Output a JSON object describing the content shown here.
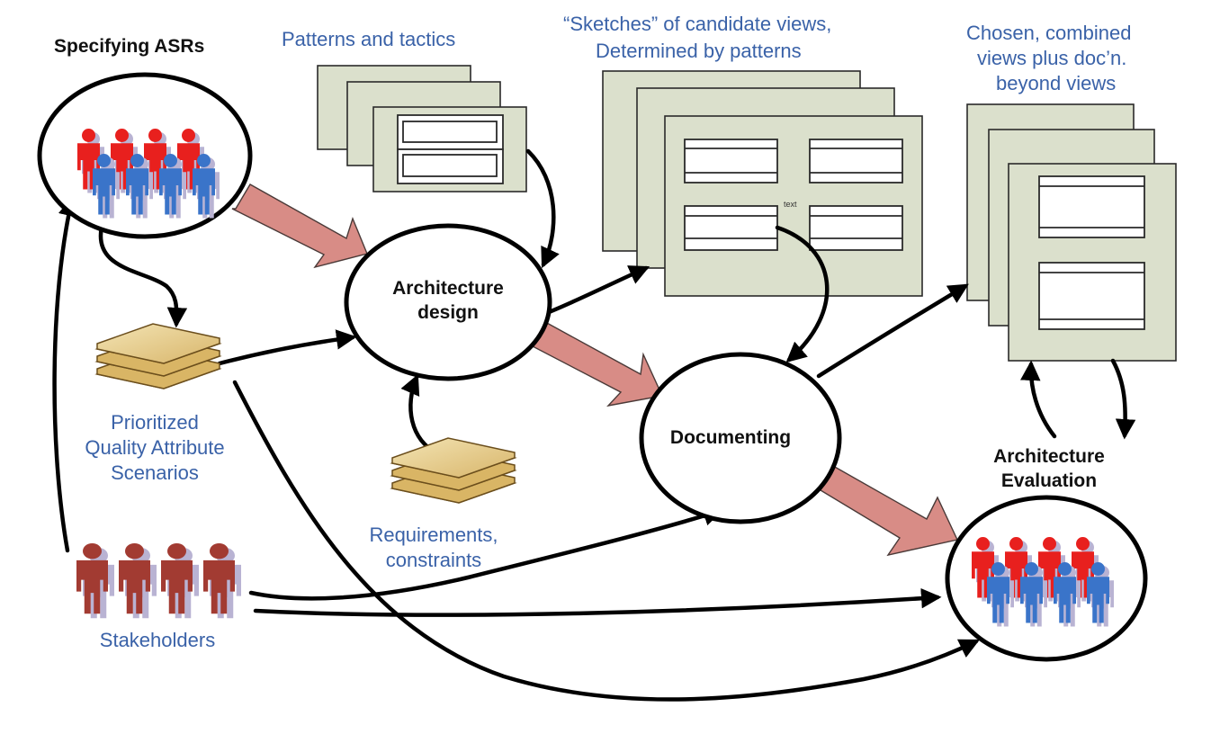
{
  "diagram": {
    "type": "architecture-process-flow",
    "colors": {
      "label_blue": "#3a62a8",
      "label_black": "#111111",
      "sheet_fill": "#dbe0cc",
      "big_arrow_fill": "#d88c86",
      "people_red": "#e8201e",
      "people_blue": "#3a74c9",
      "people_shadow": "#b9b3d3",
      "stakeholder_brown": "#a23b32",
      "book_cover": "#e6cf8f",
      "book_pages": "#9fc9e0"
    },
    "labels": {
      "specifying_asrs": "Specifying ASRs",
      "patterns_tactics": "Patterns and tactics",
      "sketches_line1": "“Sketches” of candidate views,",
      "sketches_line2": "Determined by patterns",
      "chosen_line1": "Chosen, combined",
      "chosen_line2": "views plus doc’n.",
      "chosen_line3": "beyond views",
      "arch_design_line1": "Architecture",
      "arch_design_line2": "design",
      "documenting": "Documenting",
      "arch_eval_line1": "Architecture",
      "arch_eval_line2": "Evaluation",
      "pqas_line1": "Prioritized",
      "pqas_line2": "Quality Attribute",
      "pqas_line3": "Scenarios",
      "requirements_line1": "Requirements,",
      "requirements_line2": "constraints",
      "stakeholders": "Stakeholders",
      "sketch_text": "text"
    },
    "nodes": [
      {
        "id": "specifying-asrs",
        "icon": "people-group-icon"
      },
      {
        "id": "architecture-design"
      },
      {
        "id": "documenting"
      },
      {
        "id": "architecture-evaluation",
        "icon": "people-group-icon"
      },
      {
        "id": "prioritized-qa-scenarios",
        "icon": "document-stack-icon"
      },
      {
        "id": "requirements-constraints",
        "icon": "document-stack-icon"
      },
      {
        "id": "stakeholders",
        "icon": "stakeholders-icon"
      },
      {
        "id": "patterns-and-tactics",
        "icon": "sheet-stack-icon"
      },
      {
        "id": "sketches-candidate-views",
        "icon": "sheet-stack-icon"
      },
      {
        "id": "chosen-combined-views",
        "icon": "sheet-stack-icon"
      }
    ],
    "edges": [
      {
        "from": "specifying-asrs",
        "to": "architecture-design",
        "style": "big-arrow"
      },
      {
        "from": "architecture-design",
        "to": "documenting",
        "style": "big-arrow"
      },
      {
        "from": "documenting",
        "to": "architecture-evaluation",
        "style": "big-arrow"
      },
      {
        "from": "specifying-asrs",
        "to": "prioritized-qa-scenarios",
        "style": "line"
      },
      {
        "from": "prioritized-qa-scenarios",
        "to": "architecture-design",
        "style": "line"
      },
      {
        "from": "prioritized-qa-scenarios",
        "to": "architecture-evaluation",
        "style": "line"
      },
      {
        "from": "patterns-and-tactics",
        "to": "architecture-design",
        "style": "line"
      },
      {
        "from": "requirements-constraints",
        "to": "architecture-design",
        "style": "line"
      },
      {
        "from": "architecture-design",
        "to": "sketches-candidate-views",
        "style": "line"
      },
      {
        "from": "sketches-candidate-views",
        "to": "documenting",
        "style": "line"
      },
      {
        "from": "documenting",
        "to": "chosen-combined-views",
        "style": "line"
      },
      {
        "from": "chosen-combined-views",
        "to": "architecture-evaluation",
        "style": "line"
      },
      {
        "from": "architecture-evaluation",
        "to": "chosen-combined-views",
        "style": "line"
      },
      {
        "from": "stakeholders",
        "to": "specifying-asrs",
        "style": "line"
      },
      {
        "from": "stakeholders",
        "to": "documenting",
        "style": "line"
      },
      {
        "from": "stakeholders",
        "to": "architecture-evaluation",
        "style": "line"
      }
    ]
  }
}
